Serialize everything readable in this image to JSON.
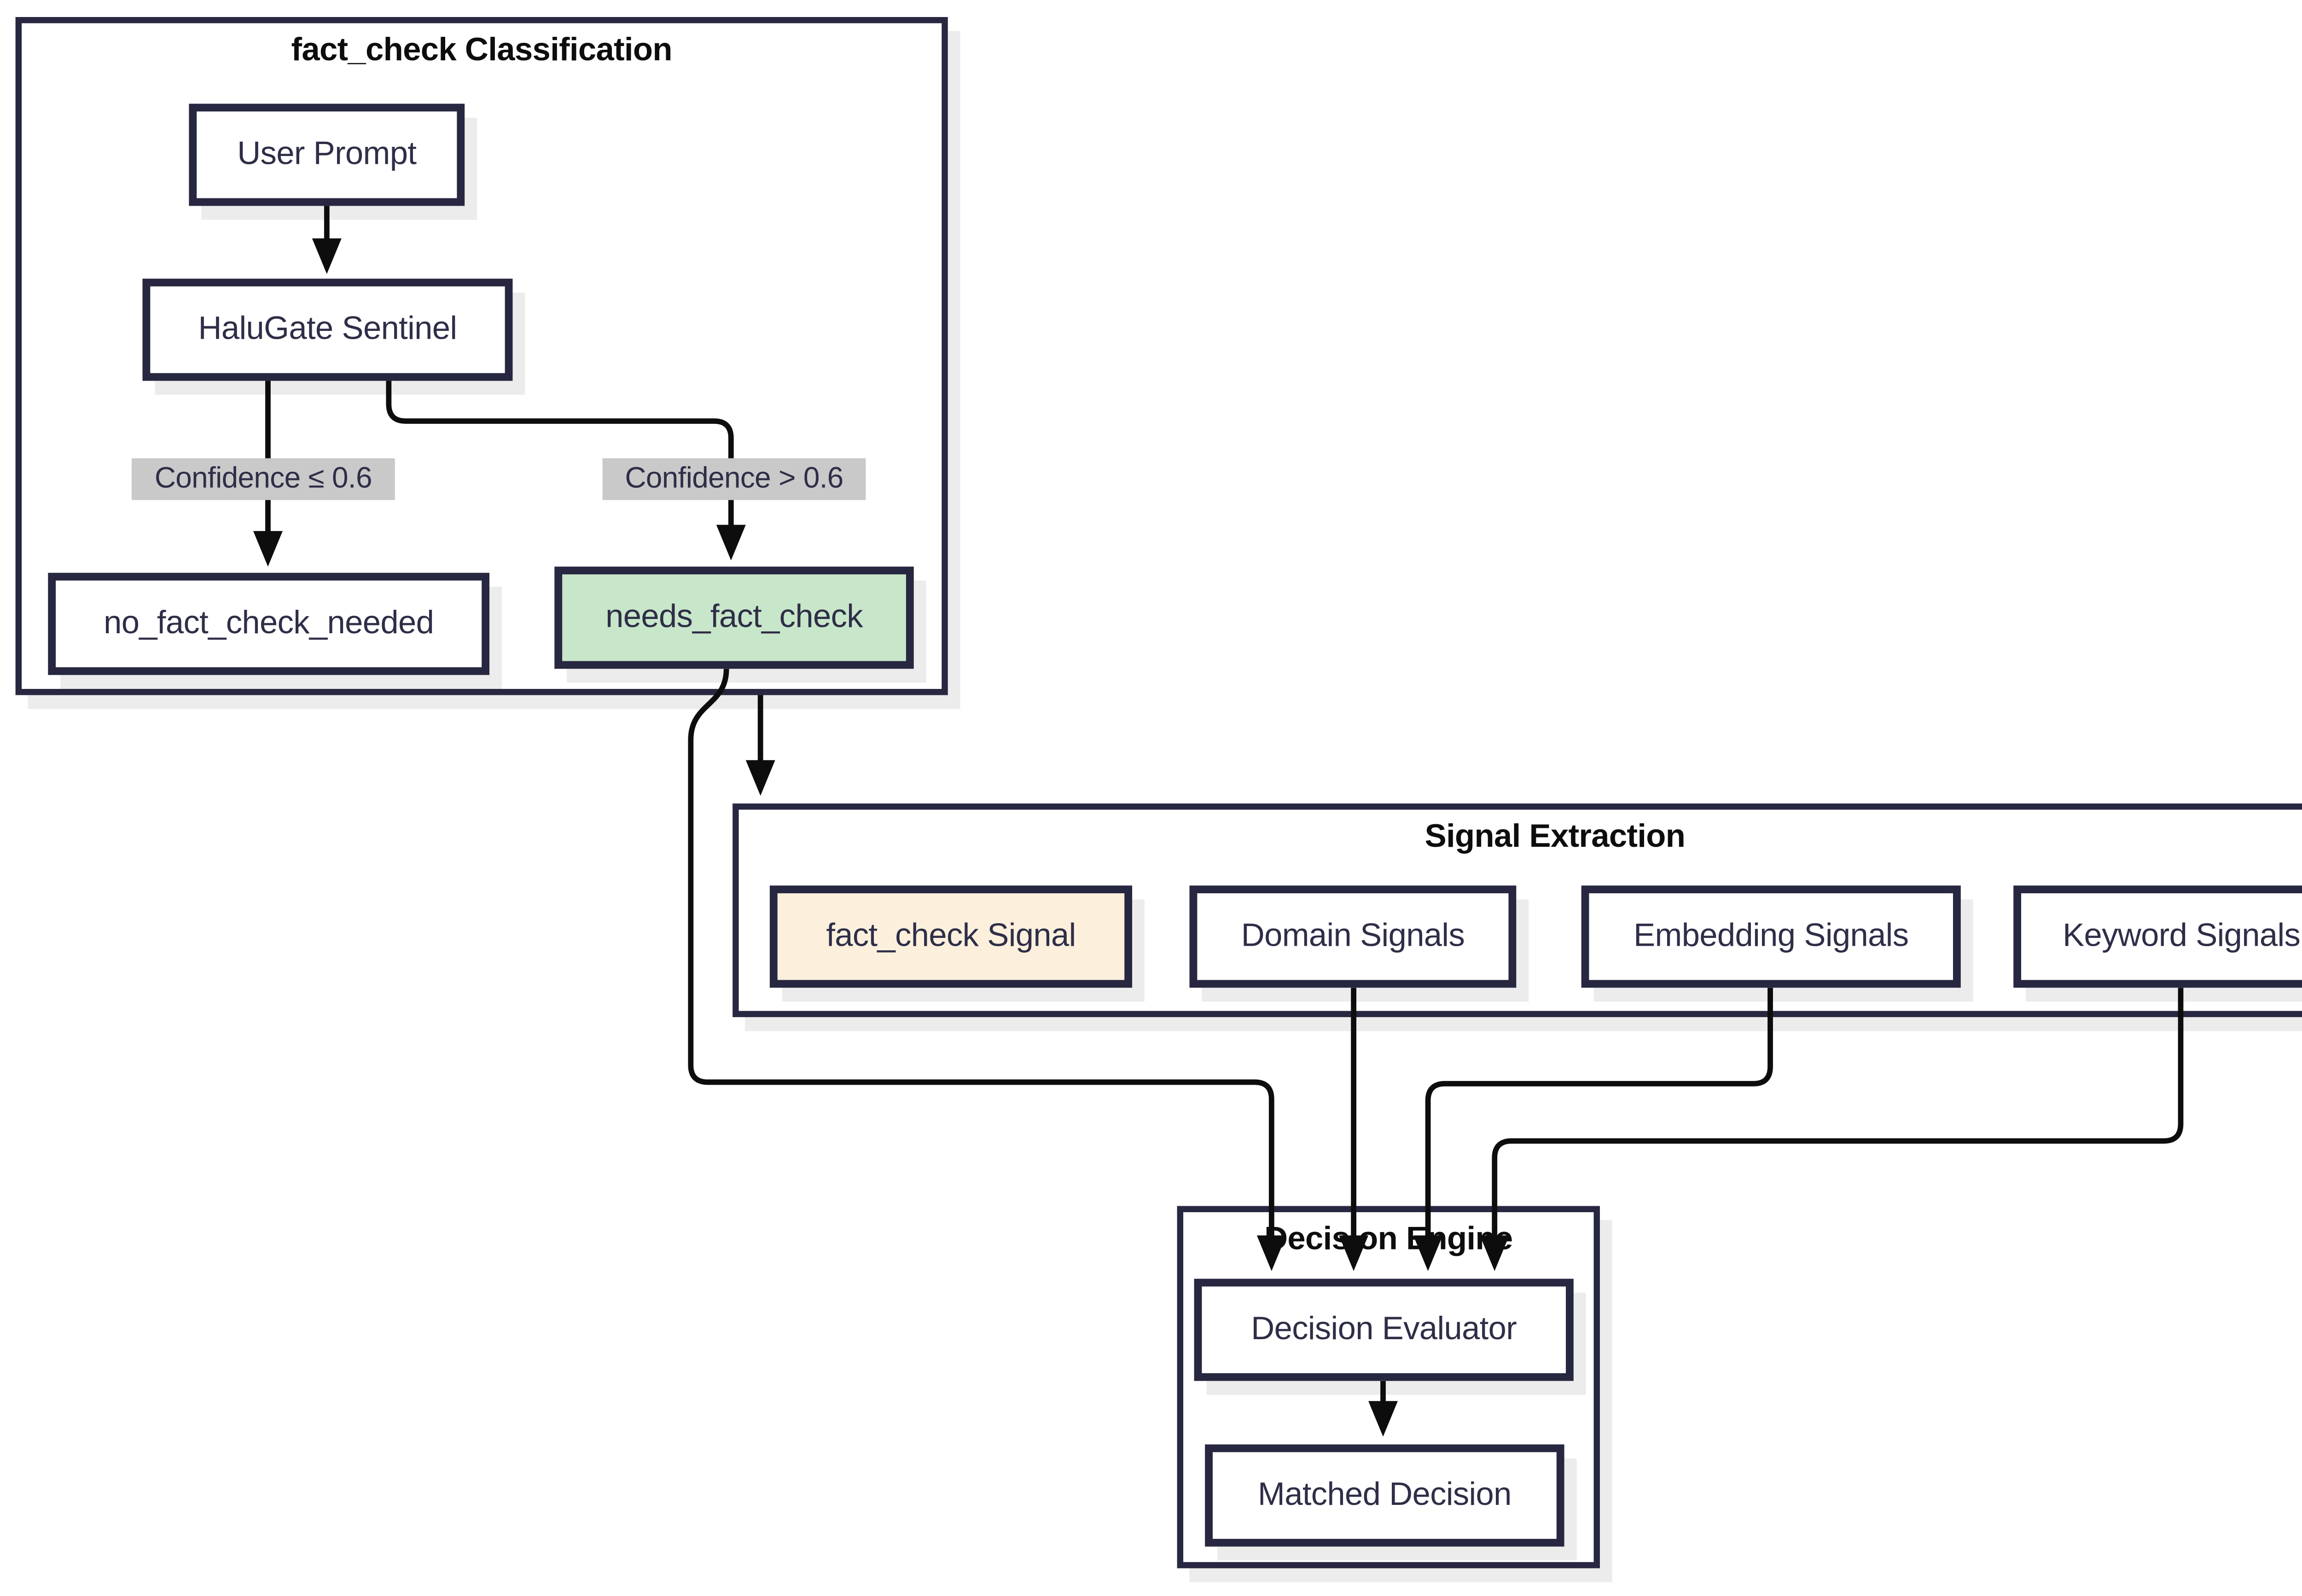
{
  "diagram_type": "flowchart",
  "colors": {
    "background": "#ffffff",
    "node_fill": "#ffffff",
    "node_border": "#272741",
    "node_text": "#2e2e48",
    "cluster_title_text": "#0d0d0d",
    "edge": "#0d0d0d",
    "edge_label_bg": "#c9c9c9",
    "green_node_fill": "#c8e6c9",
    "peach_node_fill": "#fcf0dd"
  },
  "clusters": {
    "classification": {
      "title": "fact_check Classification"
    },
    "signal_extraction": {
      "title": "Signal Extraction"
    },
    "decision_engine": {
      "title": "Decision Engine"
    }
  },
  "nodes": {
    "user_prompt": {
      "label": "User Prompt",
      "cluster": "classification",
      "variant": "default"
    },
    "halugate_sentinel": {
      "label": "HaluGate Sentinel",
      "cluster": "classification",
      "variant": "default"
    },
    "no_fact_check_needed": {
      "label": "no_fact_check_needed",
      "cluster": "classification",
      "variant": "default"
    },
    "needs_fact_check": {
      "label": "needs_fact_check",
      "cluster": "classification",
      "variant": "green"
    },
    "fact_check_signal": {
      "label": "fact_check Signal",
      "cluster": "signal_extraction",
      "variant": "peach"
    },
    "domain_signals": {
      "label": "Domain Signals",
      "cluster": "signal_extraction",
      "variant": "default"
    },
    "embedding_signals": {
      "label": "Embedding Signals",
      "cluster": "signal_extraction",
      "variant": "default"
    },
    "keyword_signals": {
      "label": "Keyword Signals",
      "cluster": "signal_extraction",
      "variant": "default"
    },
    "decision_evaluator": {
      "label": "Decision Evaluator",
      "cluster": "decision_engine",
      "variant": "default"
    },
    "matched_decision": {
      "label": "Matched Decision",
      "cluster": "decision_engine",
      "variant": "default"
    }
  },
  "edge_labels": {
    "low_confidence": {
      "text": "Confidence ≤ 0.6"
    },
    "high_confidence": {
      "text": "Confidence > 0.6"
    }
  },
  "edges": [
    {
      "from": "user_prompt",
      "to": "halugate_sentinel",
      "label": ""
    },
    {
      "from": "halugate_sentinel",
      "to": "no_fact_check_needed",
      "label": "Confidence ≤ 0.6"
    },
    {
      "from": "halugate_sentinel",
      "to": "needs_fact_check",
      "label": "Confidence > 0.6"
    },
    {
      "from": "needs_fact_check",
      "to": "signal_extraction",
      "label": ""
    },
    {
      "from": "needs_fact_check",
      "to": "decision_evaluator",
      "label": ""
    },
    {
      "from": "domain_signals",
      "to": "decision_evaluator",
      "label": ""
    },
    {
      "from": "embedding_signals",
      "to": "decision_evaluator",
      "label": ""
    },
    {
      "from": "keyword_signals",
      "to": "decision_evaluator",
      "label": ""
    },
    {
      "from": "decision_evaluator",
      "to": "matched_decision",
      "label": ""
    }
  ]
}
